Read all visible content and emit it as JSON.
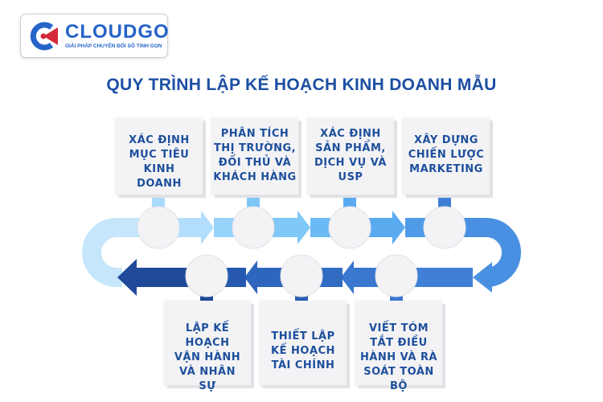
{
  "brand": {
    "name": "CLOUDGO",
    "tagline": "GIẢI PHÁP CHUYỂN ĐỔI SỐ TINH GỌN"
  },
  "title": "QUY TRÌNH LẬP KẾ HOẠCH KINH DOANH MẪU",
  "steps_top": [
    "XÁC ĐỊNH MỤC TIÊU KINH DOANH",
    "PHÂN TÍCH THỊ TRƯỜNG, ĐỐI THỦ VÀ KHÁCH HÀNG",
    "XÁC ĐỊNH SẢN PHẨM, DỊCH VỤ VÀ USP",
    "XÂY DỰNG CHIẾN LƯỢC MARKETING"
  ],
  "steps_bottom": [
    "VIẾT TÓM TẮT ĐIỀU HÀNH VÀ RÀ SOÁT TOÀN BỘ",
    "THIẾT LẬP KẾ HOẠCH TÀI CHÍNH",
    "LẬP KẾ HOẠCH VẬN HÀNH VÀ NHÂN SỰ"
  ],
  "colors": {
    "title": "#1c4fa3",
    "light": "#c5e6fb",
    "mid": "#4a90e2",
    "dark": "#1f4a9a",
    "accent_red": "#d42b3a"
  }
}
